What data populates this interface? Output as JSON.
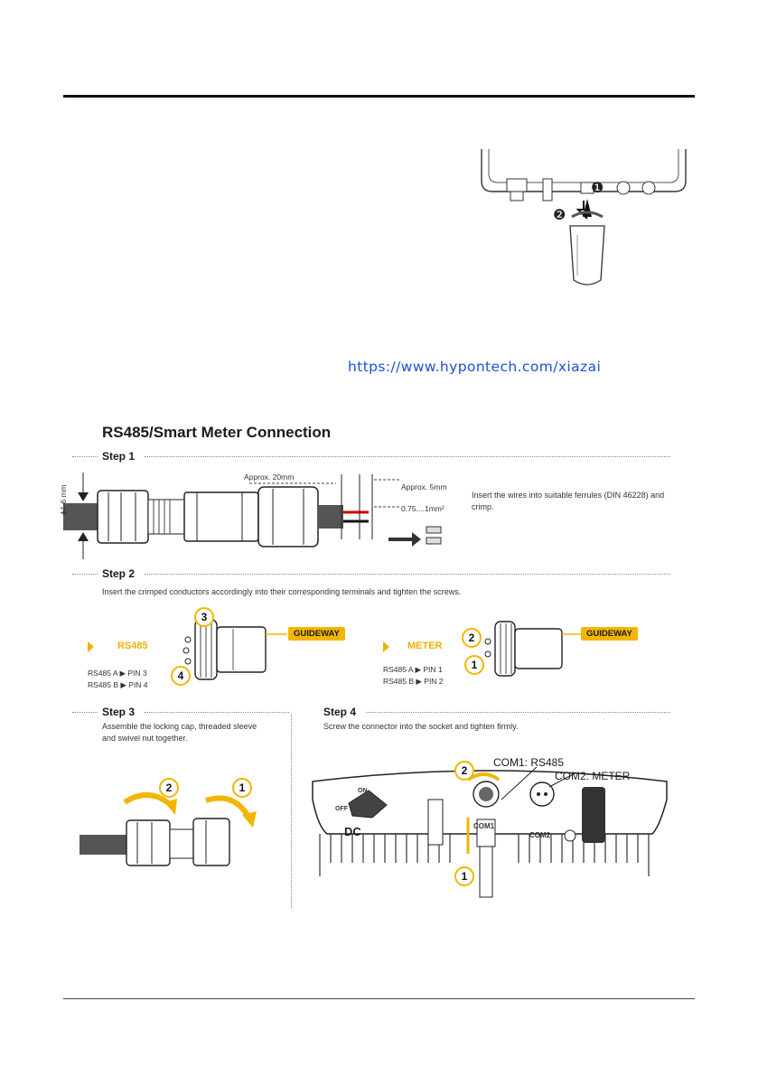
{
  "page": {
    "download_link": "https://www.hypontech.com/xiazai"
  },
  "fig_top": {
    "markers": [
      "❶",
      "❷"
    ]
  },
  "section": {
    "title": "RS485/Smart Meter Connection",
    "step1": {
      "title": "Step 1",
      "dim_strip": "Approx. 20mm",
      "dim_end": "Approx. 5mm",
      "dim_cross": "0.75....1mm²",
      "dim_diameter": "ϕ4-6 mm",
      "instruction": "Insert the wires into suitable ferrules (DIN 46228) and crimp."
    },
    "step2": {
      "title": "Step 2",
      "instruction": "Insert the crimped conductors accordingly into their corresponding terminals and tighten the screws.",
      "rs485": {
        "label": "RS485",
        "pins": [
          "RS485 A ▶ PIN 3",
          "RS485 B ▶ PIN 4"
        ],
        "badges": [
          "3",
          "4"
        ],
        "guide": "GUIDEWAY"
      },
      "meter": {
        "label": "METER",
        "pins": [
          "RS485 A ▶ PIN 1",
          "RS485 B ▶ PIN 2"
        ],
        "badges": [
          "2",
          "1"
        ],
        "guide": "GUIDEWAY"
      }
    },
    "step3": {
      "title": "Step 3",
      "instruction": "Assemble the locking cap, threaded sleeve and swivel nut together.",
      "badges": [
        "2",
        "1"
      ]
    },
    "step4": {
      "title": "Step 4",
      "instruction": "Screw the connector into the socket and tighten firmly.",
      "com1": "COM1: RS485",
      "com2": "COM2: METER",
      "socket1": "COM1",
      "socket2": "COM2",
      "dc": "DC",
      "off": "OFF",
      "on": "ON",
      "badges": [
        "2",
        "1"
      ]
    }
  },
  "colors": {
    "accent": "#f2b600",
    "link": "#1f4fd6",
    "line": "#111111"
  }
}
